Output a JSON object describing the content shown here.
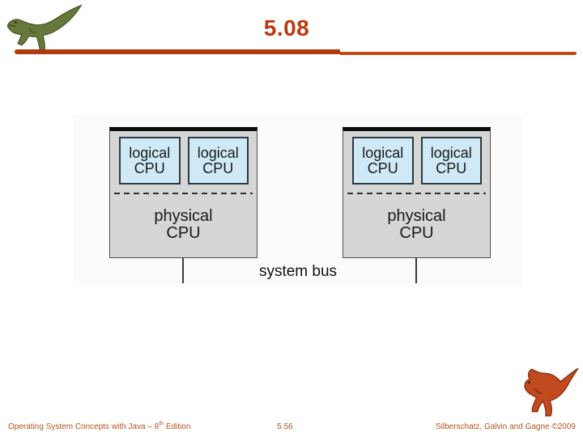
{
  "slide": {
    "title": "5.08",
    "page_number": "5.56",
    "footer_left_pre": "Operating System Concepts with Java – 8",
    "footer_left_sup": "th",
    "footer_left_post": " Edition",
    "footer_right": "Silberschatz, Galvin and Gagne ©2009"
  },
  "diagram": {
    "bus_label": "system bus",
    "physical_cpus": [
      {
        "label_line1": "physical",
        "label_line2": "CPU",
        "logical_cpus": [
          {
            "line1": "logical",
            "line2": "CPU"
          },
          {
            "line1": "logical",
            "line2": "CPU"
          }
        ]
      },
      {
        "label_line1": "physical",
        "label_line2": "CPU",
        "logical_cpus": [
          {
            "line1": "logical",
            "line2": "CPU"
          },
          {
            "line1": "logical",
            "line2": "CPU"
          }
        ]
      }
    ]
  },
  "icons": {
    "top_left": "green-dinosaur-logo",
    "bottom_right": "orange-dinosaur-logo"
  },
  "colors": {
    "title_red": "#bd3911",
    "rule_left": "#b23a0f",
    "rule_right": "#c24a12",
    "footer_orange": "#b4531b",
    "physical_box_gray": "#d5d6d6",
    "logical_box_blue": "#cfe9f7",
    "dino_green": "#66793b",
    "dino_orange": "#c14a1e"
  }
}
